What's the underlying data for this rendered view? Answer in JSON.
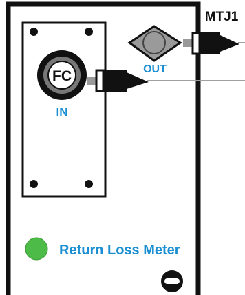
{
  "device": {
    "name": "Return Loss Meter",
    "status_led_color": "#4cbb47"
  },
  "ports": {
    "in": {
      "label": "IN",
      "connector_label": "FC",
      "cable_end": "patch-cord-connector"
    },
    "out": {
      "label": "OUT",
      "cable_end": "patch-cord-connector"
    }
  },
  "cable": {
    "label": "MTJ1"
  },
  "colors": {
    "accent_blue": "#1b8fd2",
    "outline": "#111111",
    "port_gray": "#9a9a9a",
    "fiber_gray": "#a0a0a0"
  },
  "icons": {
    "power": "power-button-icon",
    "led": "status-led-icon"
  }
}
